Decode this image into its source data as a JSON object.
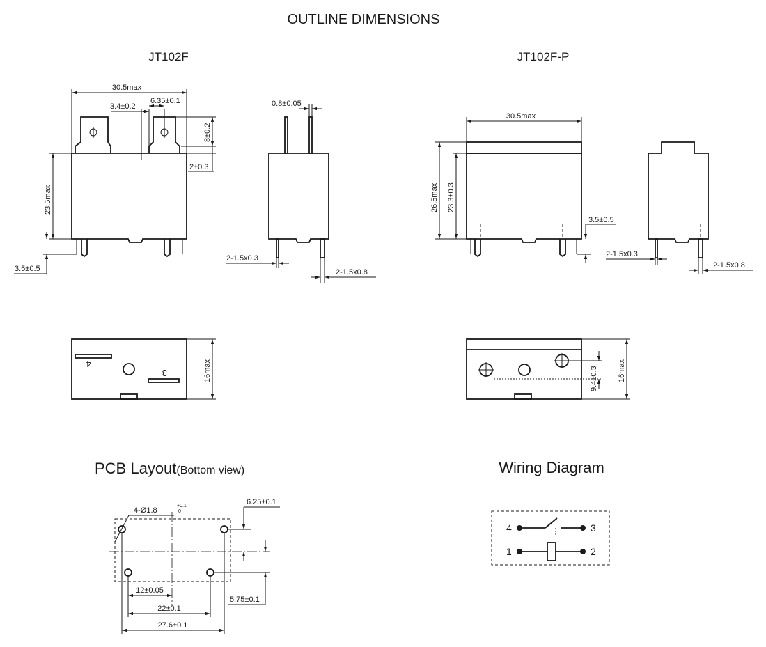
{
  "title": "OUTLINE DIMENSIONS",
  "jt102f": {
    "label": "JT102F",
    "dims": {
      "width": "30.5max",
      "tab_offset": "3.4±0.2",
      "tab_pitch": "6.35±0.1",
      "tab_height": "8±0.2",
      "tab_step": "2±0.3",
      "body_height": "23.5max",
      "pin_length": "3.5±0.5",
      "pin_thickness": "0.8±0.05",
      "pin_a": "2-1.5x0.3",
      "pin_b": "2-1.5x0.8",
      "depth": "16max",
      "terminal_4": "4",
      "terminal_3": "3"
    }
  },
  "jt102fp": {
    "label": "JT102F-P",
    "dims": {
      "width": "30.5max",
      "total_height": "26.5max",
      "body_height": "23.3±0.3",
      "pin_length": "3.5±0.5",
      "pin_a": "2-1.5x0.3",
      "pin_b": "2-1.5x0.8",
      "hole_pitch": "9.4±0.3",
      "depth": "16max"
    }
  },
  "pcb": {
    "title": "PCB Layout",
    "subtitle": "(Bottom view)",
    "hole_spec": "4-Ø1.8",
    "tol_plus": "+0.1",
    "tol_minus": "0",
    "dims": {
      "top_offset": "6.25±0.1",
      "bottom_offset": "5.75±0.1",
      "pitch_small": "12±0.05",
      "pitch_mid": "22±0.1",
      "pitch_total": "27.6±0.1"
    }
  },
  "wiring": {
    "title": "Wiring Diagram",
    "pins": [
      "4",
      "3",
      "1",
      "2"
    ]
  }
}
